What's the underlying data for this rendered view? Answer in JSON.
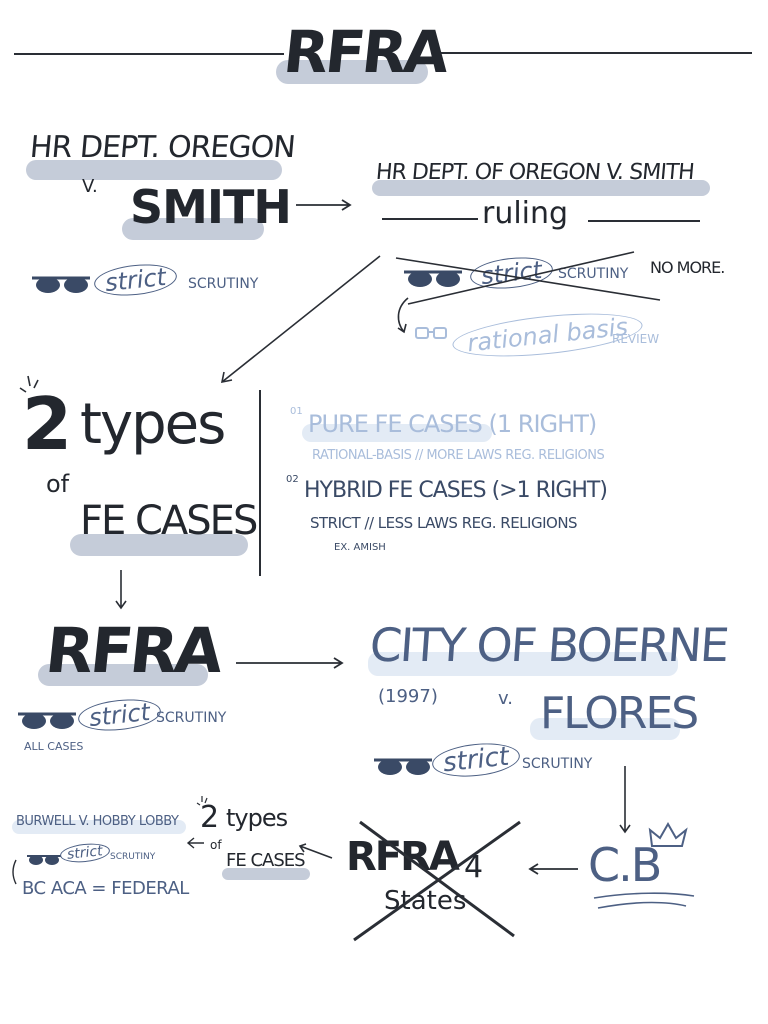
{
  "title": "RFRA",
  "case1": {
    "line1": "Hr Dept. Oregon",
    "v": "v.",
    "line2": "Smith",
    "test": "strict",
    "test_suffix": "scrutiny"
  },
  "case1_ruling": {
    "line1": "Hr Dept. of Oregon v. Smith",
    "ruling": "ruling",
    "crossed_test": "strict",
    "crossed_suffix": "scrutiny",
    "no_more": "No More.",
    "new_test": "rational basis",
    "new_suffix": "review"
  },
  "types": {
    "num": "2",
    "word": "types",
    "of": "of",
    "cases": "FE Cases"
  },
  "fe_list": {
    "item1_num": "01",
    "item1": "Pure FE Cases (1 Right)",
    "item1_sub": "Rational-Basis // More laws reg. religions",
    "item2_num": "02",
    "item2": "Hybrid FE Cases (>1 Right)",
    "item2_sub": "Strict // less laws reg. religions",
    "item2_ex": "Ex. Amish"
  },
  "rfra_block": {
    "title": "RFRA",
    "test": "strict",
    "suffix": "scrutiny",
    "note": "All Cases"
  },
  "boerne": {
    "line1": "City of Boerne",
    "year": "(1997)",
    "v": "v.",
    "line2": "Flores",
    "test": "strict",
    "suffix": "scrutiny"
  },
  "bottom": {
    "burwell": "Burwell v. Hobby Lobby",
    "burwell_test": "strict",
    "burwell_suffix": "scrutiny",
    "bc": "BC ACA = Federal",
    "types_num": "2",
    "types_word": "types",
    "types_of": "of",
    "types_cases": "FE Cases",
    "rfra_crossed": "RFRA",
    "four": "4",
    "states": "States",
    "cob": "C.B"
  }
}
